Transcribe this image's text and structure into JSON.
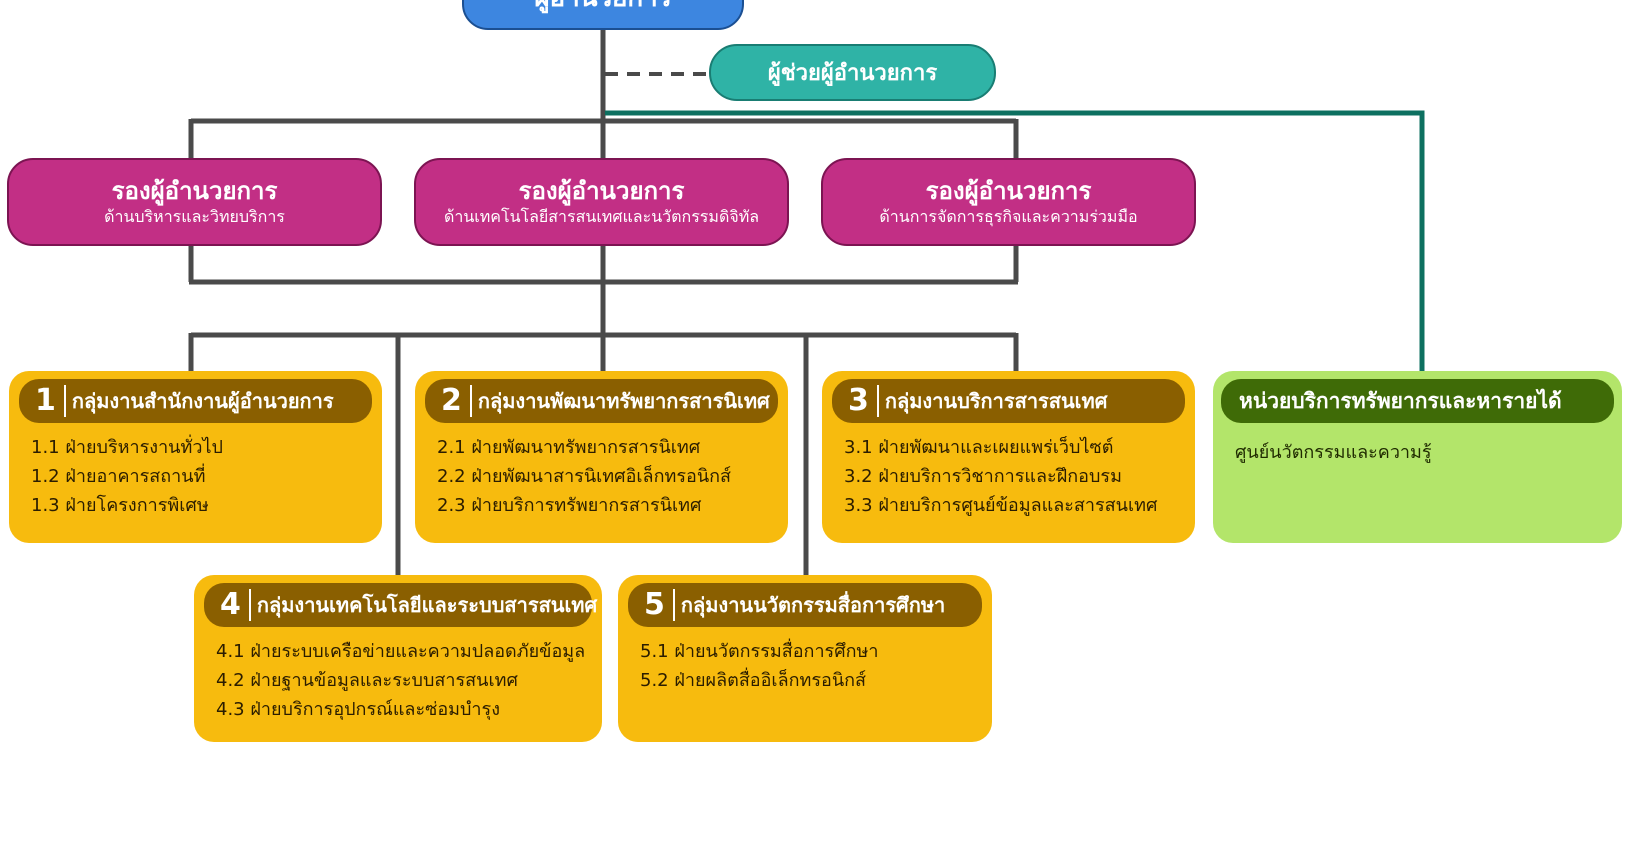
{
  "director": {
    "title": "ผู้อำนวยการ"
  },
  "assistant": {
    "title": "ผู้ช่วยผู้อำนวยการ"
  },
  "deputies": [
    {
      "title": "รองผู้อำนวยการ",
      "subtitle": "ด้านบริหารและวิทยบริการ"
    },
    {
      "title": "รองผู้อำนวยการ",
      "subtitle": "ด้านเทคโนโลยีสารสนเทศและนวัตกรรมดิจิทัล"
    },
    {
      "title": "รองผู้อำนวยการ",
      "subtitle": "ด้านการจัดการธุรกิจและความร่วมมือ"
    }
  ],
  "groups": [
    {
      "num": "1",
      "title": "กลุ่มงานสำนักงานผู้อำนวยการ",
      "items": [
        "1.1 ฝ่ายบริหารงานทั่วไป",
        "1.2 ฝ่ายอาคารสถานที่",
        "1.3 ฝ่ายโครงการพิเศษ"
      ]
    },
    {
      "num": "2",
      "title": "กลุ่มงานพัฒนาทรัพยากรสารนิเทศ",
      "items": [
        "2.1 ฝ่ายพัฒนาทรัพยากรสารนิเทศ",
        "2.2 ฝ่ายพัฒนาสารนิเทศอิเล็กทรอนิกส์",
        "2.3 ฝ่ายบริการทรัพยากรสารนิเทศ"
      ]
    },
    {
      "num": "3",
      "title": "กลุ่มงานบริการสารสนเทศ",
      "items": [
        "3.1 ฝ่ายพัฒนาและเผยแพร่เว็บไซต์",
        "3.2 ฝ่ายบริการวิชาการและฝึกอบรม",
        "3.3 ฝ่ายบริการศูนย์ข้อมูลและสารสนเทศ"
      ]
    },
    {
      "num": "4",
      "title": "กลุ่มงานเทคโนโลยีและระบบสารสนเทศ",
      "items": [
        "4.1 ฝ่ายระบบเครือข่ายและความปลอดภัยข้อมูล",
        "4.2 ฝ่ายฐานข้อมูลและระบบสารสนเทศ",
        "4.3 ฝ่ายบริการอุปกรณ์และซ่อมบำรุง"
      ]
    },
    {
      "num": "5",
      "title": "กลุ่มงานนวัตกรรมสื่อการศึกษา",
      "items": [
        "5.1 ฝ่ายนวัตกรรมสื่อการศึกษา",
        "5.2 ฝ่ายผลิตสื่ออิเล็กทรอนิกส์"
      ]
    }
  ],
  "revenue_unit": {
    "title": "หน่วยบริการทรัพยากรและหารายได้",
    "item": "ศูนย์นวัตกรรมและความรู้"
  },
  "colors": {
    "director": "#3d86e0",
    "assistant": "#2fb3a6",
    "deputy": "#c22f85",
    "group_fill": "#f7bb0e",
    "group_header": "#8a5f00",
    "unit_fill": "#b3e56a",
    "unit_header": "#3f6b07",
    "connector": "#4a4a4a",
    "unit_connector": "#0d7060"
  }
}
